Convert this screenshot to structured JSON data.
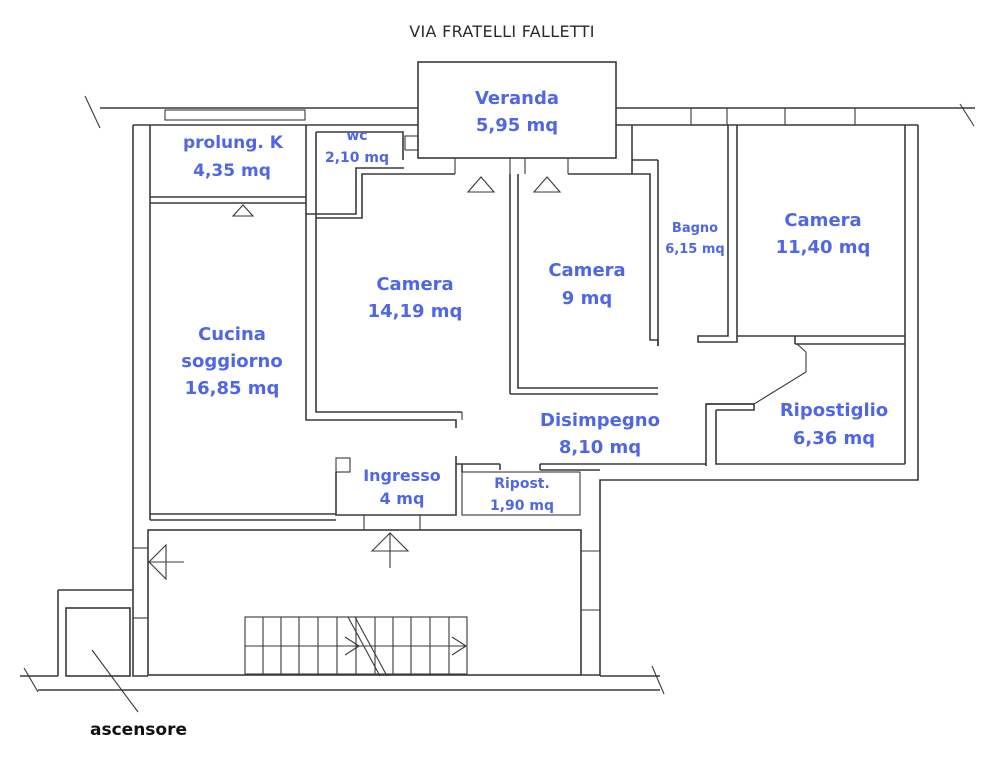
{
  "street_label": "VIA FRATELLI FALLETTI",
  "accent_color": "#4f67e6",
  "rooms": {
    "veranda": {
      "name": "Veranda",
      "area": "5,95 mq"
    },
    "prolung": {
      "name": "prolung. K",
      "area": "4,35 mq"
    },
    "wc": {
      "name": "wc",
      "area": "2,10 mq"
    },
    "cucina": {
      "name": "Cucina",
      "name2": "soggiorno",
      "area": "16,85 mq"
    },
    "camera1": {
      "name": "Camera",
      "area": "14,19 mq"
    },
    "camera2": {
      "name": "Camera",
      "area": "9 mq"
    },
    "bagno": {
      "name": "Bagno",
      "area": "6,15 mq"
    },
    "camera3": {
      "name": "Camera",
      "area": "11,40 mq"
    },
    "disimpegno": {
      "name": "Disimpegno",
      "area": "8,10 mq"
    },
    "ripostiglio": {
      "name": "Ripostiglio",
      "area": "6,36 mq"
    },
    "ingresso": {
      "name": "Ingresso",
      "area": "4 mq"
    },
    "ripost": {
      "name": "Ripost.",
      "area": "1,90 mq"
    }
  },
  "elevator_label": "ascensore"
}
